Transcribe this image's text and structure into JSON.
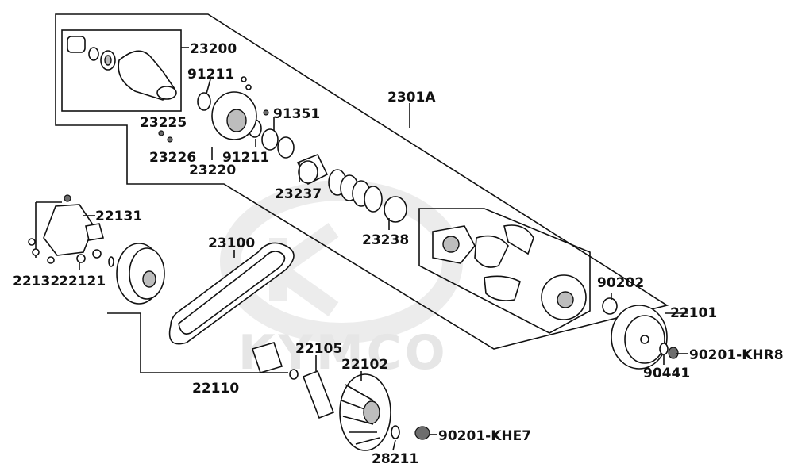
{
  "brand": {
    "watermark": "KYMCO"
  },
  "labels": {
    "p23200": "23200",
    "p91211a": "91211",
    "p91211b": "91211",
    "p91351": "91351",
    "p2301A": "2301A",
    "p23225": "23225",
    "p23226": "23226",
    "p23220": "23220",
    "p23237": "23237",
    "p23238": "23238",
    "p22131": "22131",
    "p22132": "22132",
    "p22121": "22121",
    "p23100": "23100",
    "p90202": "90202",
    "p22101": "22101",
    "p90201khr8": "90201-KHR8",
    "p90441": "90441",
    "p22105": "22105",
    "p22102": "22102",
    "p22110": "22110",
    "p90201khe7": "90201-KHE7",
    "p28211": "28211"
  }
}
